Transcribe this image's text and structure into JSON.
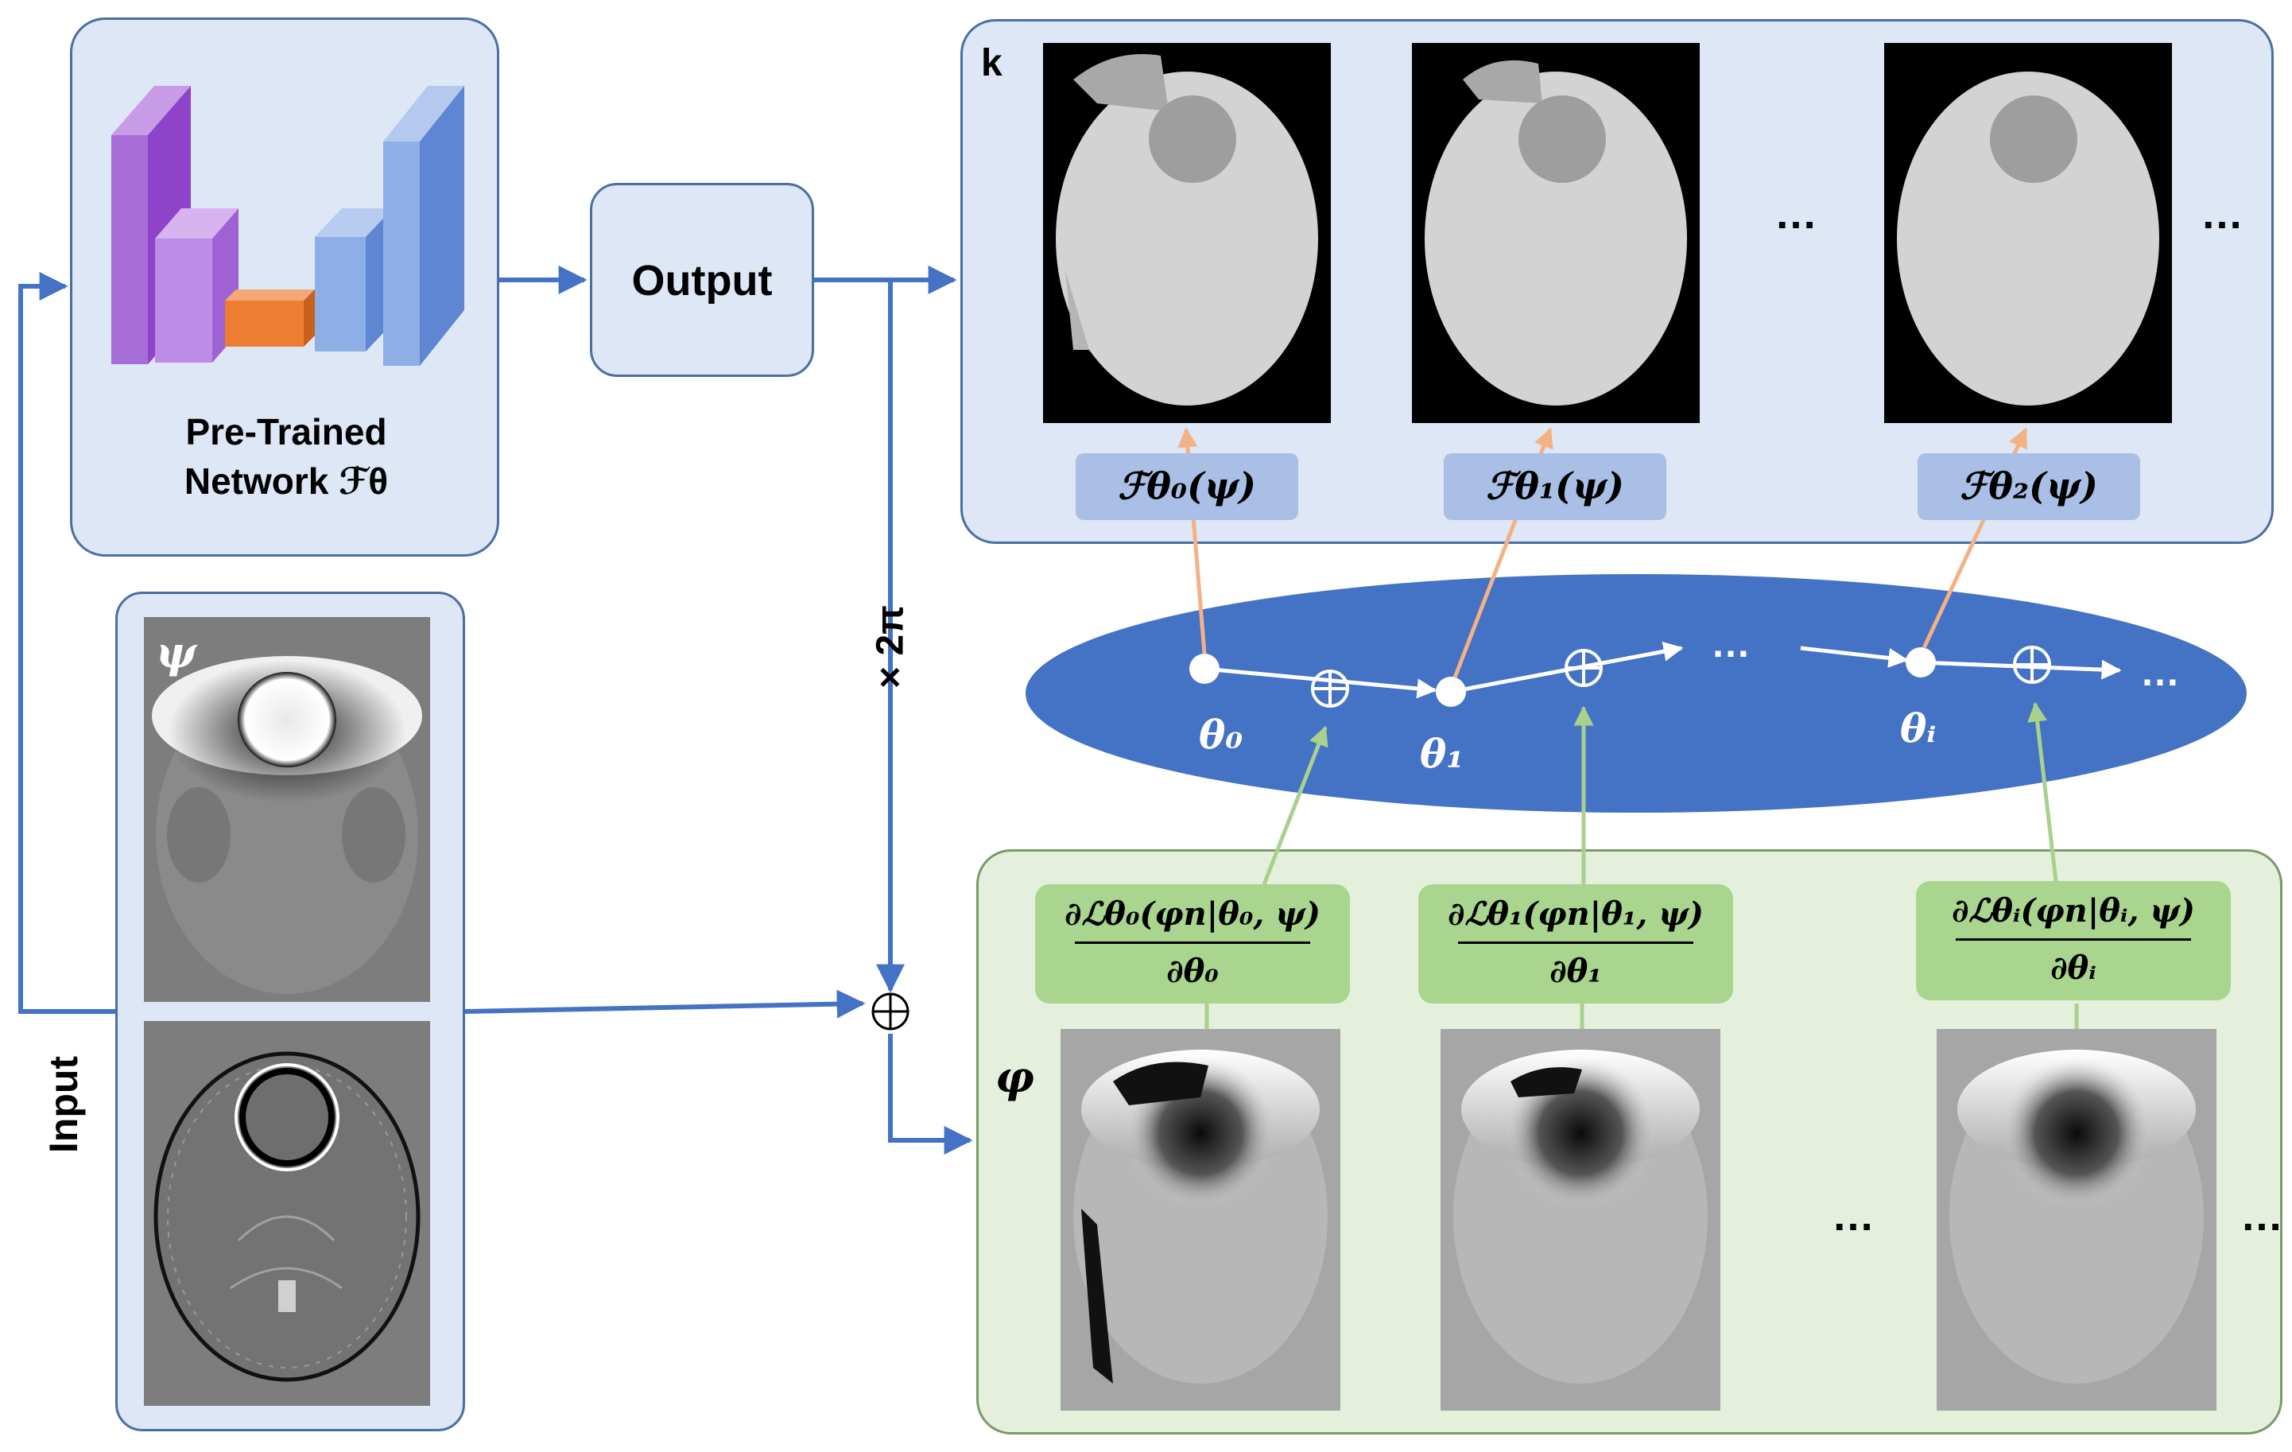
{
  "network": {
    "label_line1": "Pre-Trained",
    "label_line2": "Network ℱθ"
  },
  "output": {
    "label": "Output"
  },
  "input": {
    "label": "Input",
    "psi_tag": "ψ"
  },
  "multiplier": {
    "label": "× 2π"
  },
  "k_panel": {
    "tag": "k",
    "outputs": [
      "ℱθ₀(ψ)",
      "ℱθ₁(ψ)",
      "ℱθ₂(ψ)"
    ],
    "ellipsis": "…"
  },
  "optimization": {
    "thetas": [
      "θ₀",
      "θ₁",
      "θᵢ"
    ],
    "ellipsis": "…",
    "plus_symbol": "⊕"
  },
  "phi_panel": {
    "tag": "φ",
    "gradients": [
      {
        "numerator": "∂ℒθ₀(φn|θ₀, ψ)",
        "denominator": "∂θ₀"
      },
      {
        "numerator": "∂ℒθ₁(φn|θ₁, ψ)",
        "denominator": "∂θ₁"
      },
      {
        "numerator": "∂ℒθᵢ(φn|θᵢ, ψ)",
        "denominator": "∂θᵢ"
      }
    ],
    "ellipsis": "…"
  },
  "colors": {
    "panel_blue": "#dde7f5",
    "panel_green": "#e4f0db",
    "ellipse": "#4472c4",
    "arrow_blue": "#4472c4",
    "arrow_orange": "#f4b183",
    "arrow_green": "#a9d18e",
    "bar_purple": "#9b59d6",
    "bar_orange": "#ed7d31",
    "bar_blue": "#7b9fe0"
  }
}
